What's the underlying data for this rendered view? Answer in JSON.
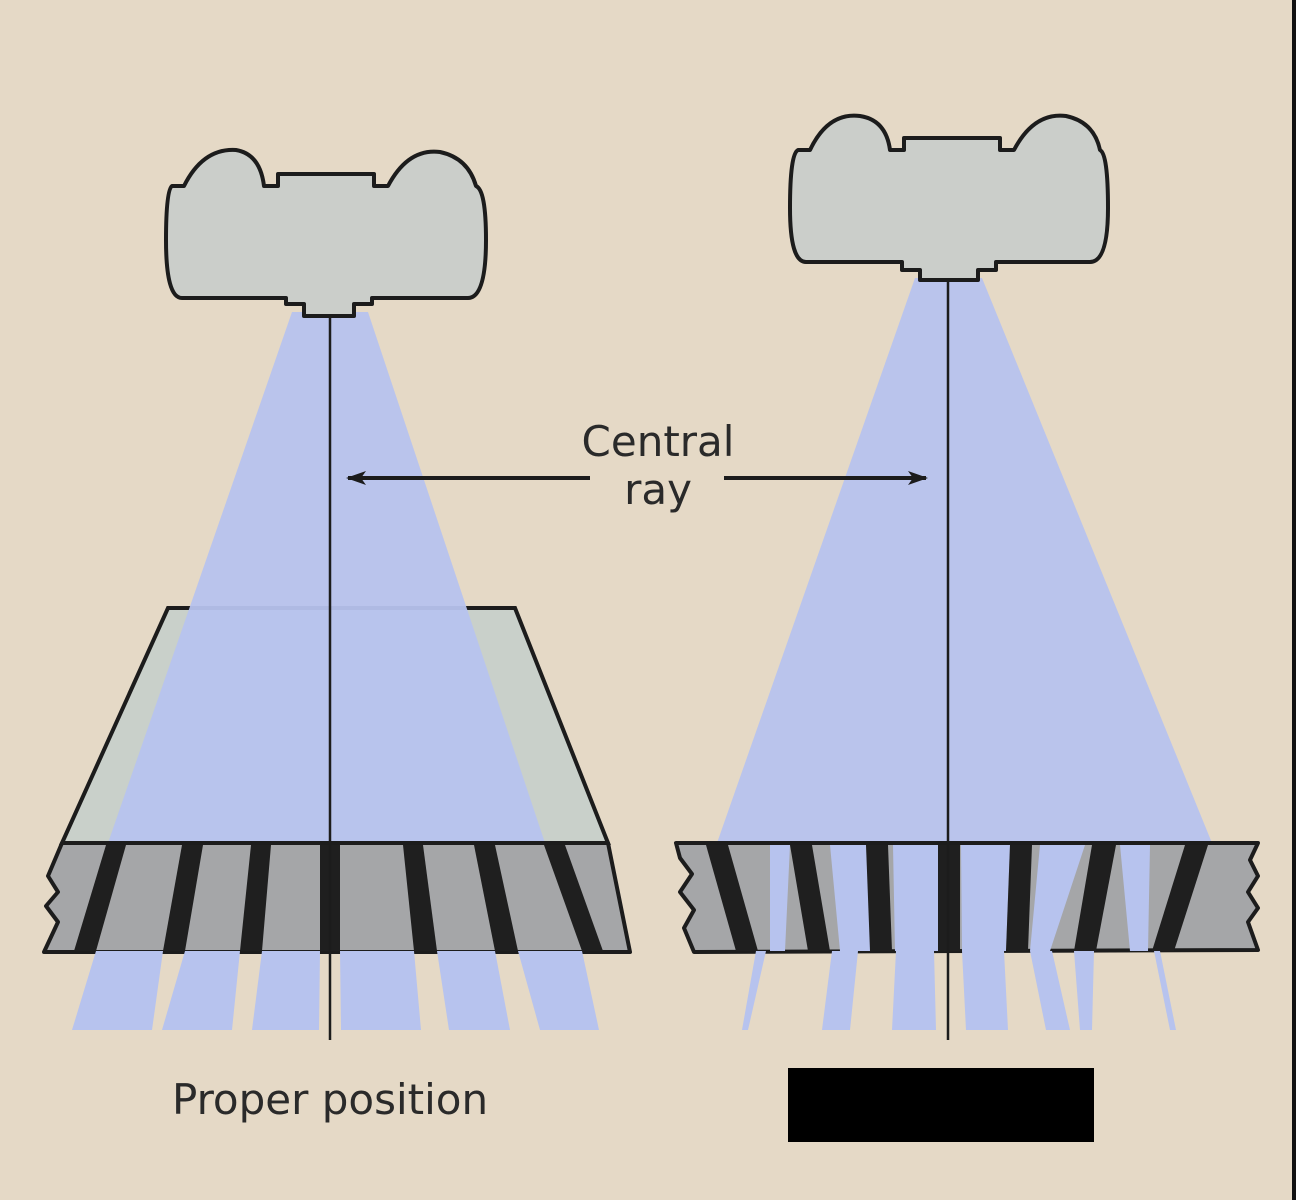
{
  "labels": {
    "central_ray_line1": "Central",
    "central_ray_line2": "ray",
    "proper_position": "Proper position"
  },
  "colors": {
    "background": "#e5d9c6",
    "tube_fill": "#cbceca",
    "beam_fill": "#b7c3ee",
    "film_fill": "#c9d0ca",
    "grid_fill": "#a5a6a8",
    "lead_strip": "#1f1f1f",
    "outline": "#1c1c1c",
    "redaction": "#000000"
  },
  "icons": {
    "tube": "x-ray-tube-icon",
    "grid": "radiographic-grid-icon",
    "arrow": "arrow-icon"
  }
}
